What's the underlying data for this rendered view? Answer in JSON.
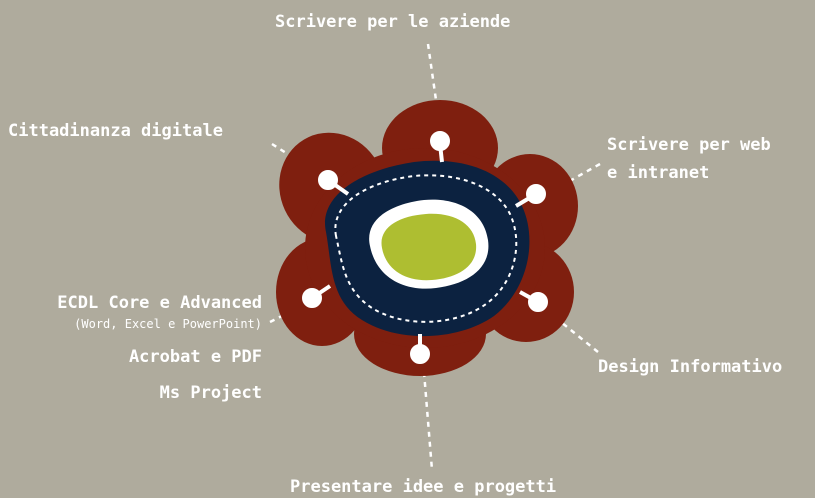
{
  "background_color": "#afab9d",
  "colors": {
    "petals": "#7f1f0f",
    "core": "#0c2240",
    "ring": "#ffffff",
    "center": "#aebe31",
    "connectors": "#ffffff"
  },
  "labels": {
    "top": "Scrivere per le aziende",
    "top_left": "Cittadinanza digitale",
    "top_right_line1": "Scrivere per web",
    "top_right_line2": "e intranet",
    "left_1": "ECDL Core e Advanced",
    "left_1_sub": "(Word, Excel e PowerPoint)",
    "left_2": "Acrobat e PDF",
    "left_3": "Ms Project",
    "right": "Design Informativo",
    "bottom": "Presentare idee e progetti"
  }
}
